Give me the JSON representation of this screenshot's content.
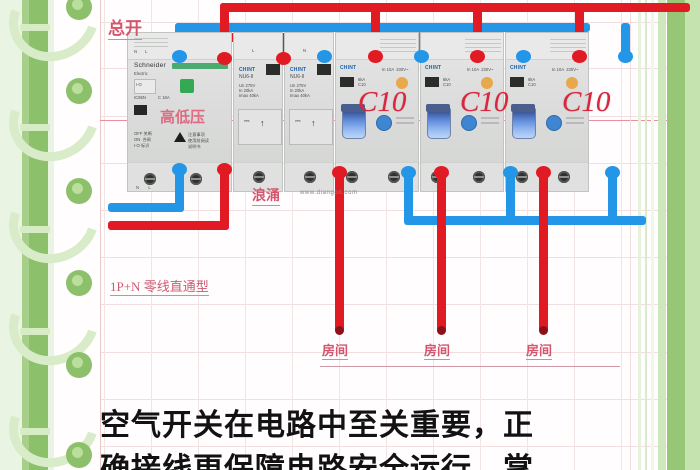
{
  "image": {
    "kind": "electrical-wiring-diagram-photo",
    "background": "notebook-paper",
    "colors": {
      "live_wire": "#e01b24",
      "neutral_wire": "#2496e8",
      "annotation_red": "#d6667a",
      "breaker_label_red": "#d7263d",
      "border_green": "#8cc06a",
      "paper": "#fffdfd"
    }
  },
  "annotations": {
    "main_switch": "总开",
    "low_voltage": "高低压",
    "surge": "浪涌",
    "type_note": "1P+N  零线直通型",
    "watermark": "www.diangon.com",
    "rooms": [
      "房间",
      "房间",
      "房间"
    ]
  },
  "devices": [
    {
      "id": "main-breaker",
      "name": "主断路器",
      "brand": "Schneider",
      "rating_lines": [
        "IC65N",
        "C 16A",
        "230/400V~"
      ],
      "notice": [
        "OFF  关断",
        "ON   合闸",
        "I-O  标识"
      ],
      "terminals": {
        "top": [
          "N",
          "L"
        ],
        "bottom": [
          "N",
          "L"
        ]
      }
    },
    {
      "id": "spd-1",
      "name": "浪涌保护器 1",
      "brand": "CHINT",
      "model": "NU6-II",
      "pole_label": "L"
    },
    {
      "id": "spd-2",
      "name": "浪涌保护器 2",
      "brand": "CHINT",
      "model": "NU6-II",
      "pole_label": "N"
    },
    {
      "id": "breaker-1",
      "name": "支路断路器 1",
      "brand": "CHINT",
      "curve_rating": "C10",
      "feeds": "房间"
    },
    {
      "id": "breaker-2",
      "name": "支路断路器 2",
      "brand": "CHINT",
      "curve_rating": "C10",
      "feeds": "房间"
    },
    {
      "id": "breaker-3",
      "name": "支路断路器 3",
      "brand": "CHINT",
      "curve_rating": "C10",
      "feeds": "房间"
    }
  ],
  "breaker_labels": [
    "C10",
    "C10",
    "C10"
  ],
  "caption": {
    "line1": "空气开关在电路中至关重要，正",
    "line2": "确接线更保障电路安全运行，掌"
  }
}
